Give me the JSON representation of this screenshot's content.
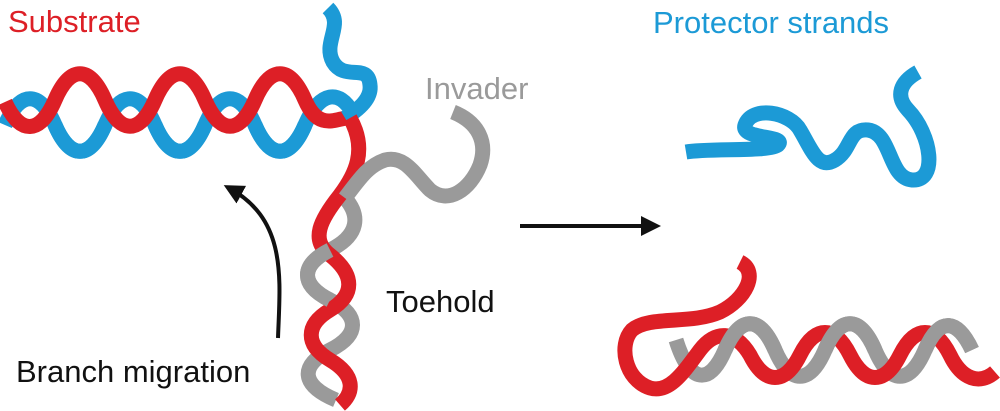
{
  "labels": {
    "substrate": "Substrate",
    "protector_strands": "Protector strands",
    "invader": "Invader",
    "toehold": "Toehold",
    "branch_migration": "Branch migration"
  },
  "colors": {
    "substrate": "#dd1f26",
    "protector": "#1c9ad6",
    "invader": "#9a9a9a",
    "arrow": "#111111",
    "text": "#111111"
  }
}
